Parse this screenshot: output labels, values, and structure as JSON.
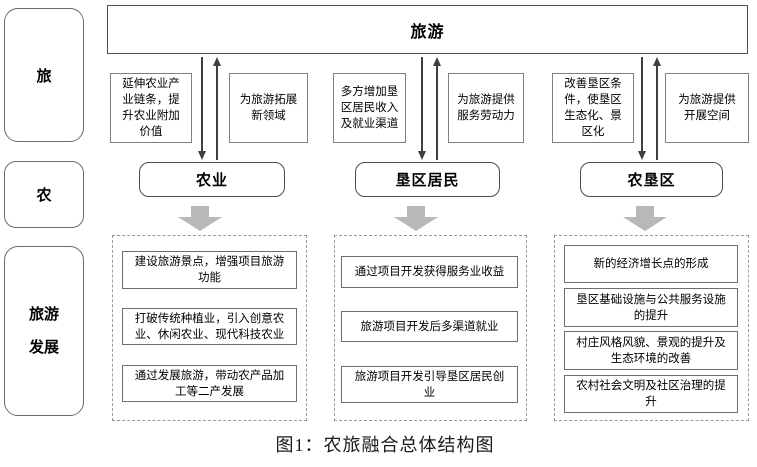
{
  "colors": {
    "node_border_dark": "#4d4d4d",
    "box_border_gray": "#7f7f7f",
    "dashed_border": "#9a9a9a",
    "arrow_line": "#404040",
    "block_arrow_fill": "#b8b8b8"
  },
  "sidebar": {
    "rows": [
      {
        "label_lines": [
          "旅"
        ]
      },
      {
        "label_lines": [
          "农"
        ]
      },
      {
        "label_lines": [
          "旅游",
          "发展"
        ]
      }
    ]
  },
  "top_node": {
    "label": "旅游"
  },
  "bridges": [
    {
      "text": "延伸农业产业链条，提升农业附加价值"
    },
    {
      "text": "为旅游拓展新领域"
    },
    {
      "text": "多方增加垦区居民收入及就业渠道"
    },
    {
      "text": "为旅游提供服务劳动力"
    },
    {
      "text": "改善垦区条件，使垦区生态化、景区化"
    },
    {
      "text": "为旅游提供开展空间"
    }
  ],
  "entities": [
    {
      "label": "农业"
    },
    {
      "label": "垦区居民"
    },
    {
      "label": "农垦区"
    }
  ],
  "outcome_columns": [
    {
      "items": [
        "建设旅游景点，增强项目旅游功能",
        "打破传统种植业，引入创意农业、休闲农业、现代科技农业",
        "通过发展旅游，带动农产品加工等二产发展"
      ]
    },
    {
      "items": [
        "通过项目开发获得服务业收益",
        "旅游项目开发后多渠道就业",
        "旅游项目开发引导垦区居民创业"
      ]
    },
    {
      "items": [
        "新的经济增长点的形成",
        "垦区基础设施与公共服务设施的提升",
        "村庄风格风貌、景观的提升及生态环境的改善",
        "农村社会文明及社区治理的提升"
      ]
    }
  ],
  "caption": "图1：农旅融合总体结构图"
}
